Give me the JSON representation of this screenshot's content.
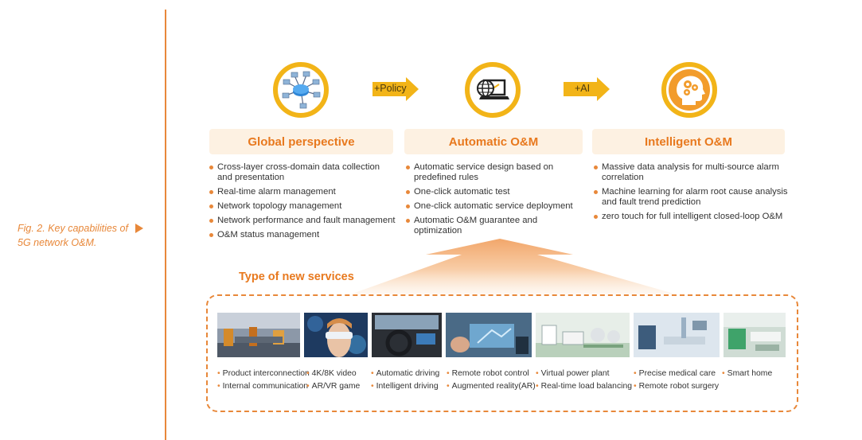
{
  "caption": {
    "line1": "Fig. 2. Key capabilities of",
    "line2": "5G network O&M."
  },
  "arrows": [
    {
      "label": "+Policy"
    },
    {
      "label": "+AI"
    }
  ],
  "columns": [
    {
      "title": "Global perspective",
      "icon": "network-nodes-icon",
      "items": [
        "Cross-layer cross-domain data collection and presentation",
        "Real-time alarm management",
        "Network topology management",
        "Network performance and fault management",
        "O&M status management"
      ]
    },
    {
      "title": "Automatic O&M",
      "icon": "laptop-globe-icon",
      "items": [
        "Automatic service design based on predefined rules",
        "One-click automatic test",
        "One-click automatic service deployment",
        "Automatic O&M guarantee and optimization"
      ]
    },
    {
      "title": "Intelligent O&M",
      "icon": "ai-head-gears-icon",
      "items": [
        "Massive data analysis for multi-source alarm correlation",
        "Machine learning for alarm root cause analysis and fault trend prediction",
        "zero touch for full intelligent closed-loop O&M"
      ]
    }
  ],
  "services": {
    "title": "Type of new services",
    "groups": [
      {
        "items": [
          "Product interconnection",
          "Internal communication"
        ]
      },
      {
        "items": [
          "4K/8K video",
          "AR/VR game"
        ]
      },
      {
        "items": [
          "Automatic driving",
          "Intelligent driving"
        ]
      },
      {
        "items": [
          "Remote robot control",
          "Augmented reality(AR)"
        ]
      },
      {
        "items": [
          "Virtual power plant",
          "Real-time load balancing"
        ]
      },
      {
        "items": [
          "Precise medical care",
          "Remote robot surgery"
        ]
      },
      {
        "items": [
          "Smart home"
        ]
      }
    ]
  },
  "colors": {
    "accent": "#e8883a",
    "gold": "#f2b418",
    "header_bg": "#fdf1e2"
  }
}
